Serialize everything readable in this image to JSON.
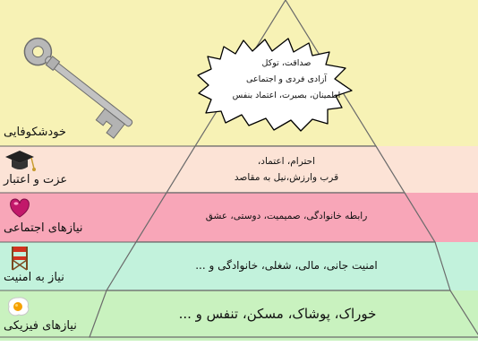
{
  "levels": [
    {
      "id": "self-actualization",
      "label": "خودشکوفایی",
      "lines": [
        "صداقت، توکل",
        "آزادی فردی و اجتماعی",
        "اطمینان، بصیرت، اعتماد بنفس"
      ],
      "color": "#f7f2b5",
      "icon": "key-icon"
    },
    {
      "id": "esteem",
      "label": "عزت و اعتبار",
      "lines": [
        "احترام، اعتماد،",
        "قرب وارزش،نیل به مقاصد"
      ],
      "color": "#fce3d6",
      "icon": "graduation-cap-icon"
    },
    {
      "id": "social",
      "label": "نیازهای اجتماعی",
      "lines": [
        "رابطه خانوادگی، صمیمیت، دوستی، عشق"
      ],
      "color": "#f8a6b8",
      "icon": "heart-icon"
    },
    {
      "id": "safety",
      "label": "نیاز به امنیت",
      "lines": [
        "امنیت جانی، مالی، شغلی، خانوادگی و ..."
      ],
      "color": "#c2f2dc",
      "icon": "director-chair-icon"
    },
    {
      "id": "physiological",
      "label": "نیازهای فیزیکی",
      "lines": [
        "خوراک، پوشاک، مسکن، تنفس و ..."
      ],
      "color": "#c9f2bf",
      "icon": "fried-egg-icon"
    }
  ]
}
